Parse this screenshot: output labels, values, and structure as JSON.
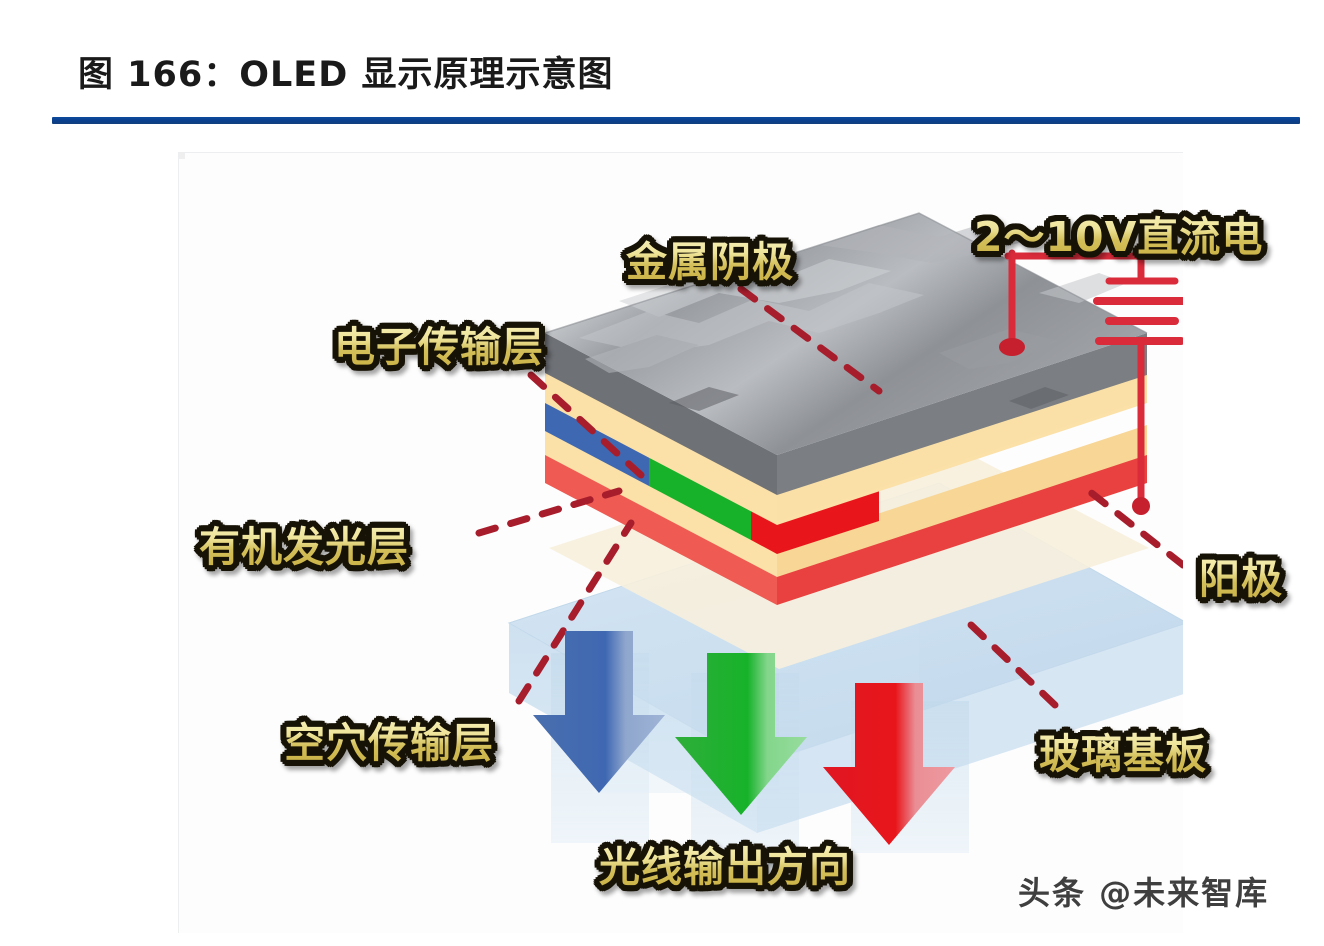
{
  "header": {
    "figure_title": "图 166：OLED 显示原理示意图",
    "rule_color": "#0d4a9c"
  },
  "figure": {
    "alt_title": "OLED 显示原理示意图",
    "labels": {
      "metal_cathode": "金属阴极",
      "electron_transport_layer": "电子传输层",
      "organic_emissive_layer": "有机发光层",
      "hole_transport_layer": "空穴传输层",
      "voltage_source": "2～10V直流电",
      "anode": "阳极",
      "glass_substrate": "玻璃基板",
      "light_output_direction": "光线输出方向"
    },
    "layer_colors": {
      "metal_cathode": "#8b8d92",
      "electron_transport_layer": "#fbe0a8",
      "emissive_blue": "#3f68b2",
      "emissive_green": "#17b22a",
      "emissive_red": "#e8161b",
      "hole_transport_layer": "#fbe0a8",
      "anode": "#e8413f",
      "glass_substrate": "#cfe3f2",
      "label_gold": "#efe49a",
      "leader_line": "#a81d2c",
      "circuit_red": "#d92b3a"
    },
    "light_arrows": [
      {
        "name": "blue-light-arrow",
        "color": "#3f68b2"
      },
      {
        "name": "green-light-arrow",
        "color": "#17b22a"
      },
      {
        "name": "red-light-arrow",
        "color": "#e8161b"
      }
    ]
  },
  "watermark": {
    "text": "头条 @未来智库"
  }
}
